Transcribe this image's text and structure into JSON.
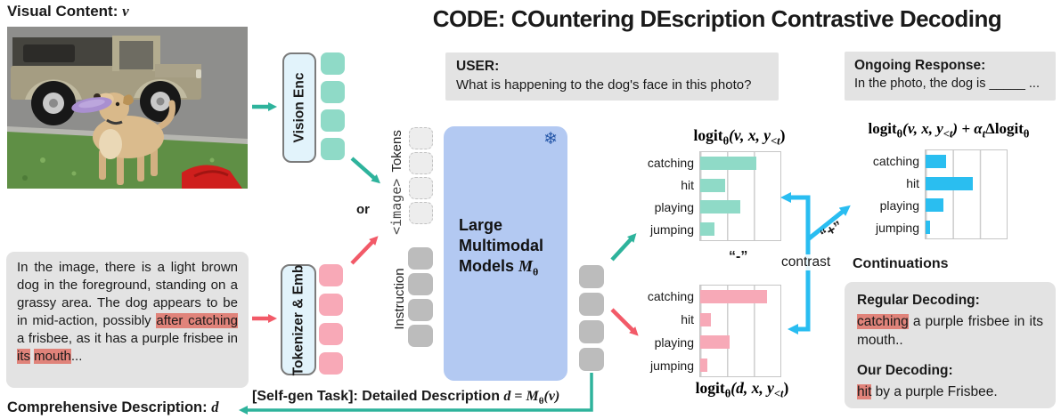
{
  "title": "CODE: COuntering DEscription Contrastive Decoding",
  "visual_content": {
    "label": "Visual Content: ",
    "symbol": "v"
  },
  "blocks": {
    "vision_enc": "Vision Enc",
    "tokenizer": "Tokenizer & Emb",
    "or": "or",
    "image_token_tag": "<image>",
    "tokens_label": "Tokens",
    "instruction_label": "Instruction",
    "lmm": {
      "line1": "Large",
      "line2": "Multimodal",
      "line3": "Models ",
      "m": "M",
      "theta": "θ"
    },
    "snowflake": "❄"
  },
  "selfgen": {
    "label": "[Self-gen Task]: Detailed Description ",
    "f_d": "d",
    "f_eq": " = ",
    "f_m": "M",
    "f_theta": "θ",
    "f_args": "(v)"
  },
  "user_box": {
    "heading": "USER:",
    "question": "What is happening to the dog's face in this photo?"
  },
  "ongoing_box": {
    "heading": "Ongoing Response:",
    "text": "In the photo, the dog is _____ ..."
  },
  "description_box": {
    "pre": "In the image, there is a light brown dog in the foreground, standing on a grassy area. The dog appears to be in mid-action, possibly ",
    "hl1": "after catching",
    "mid1": " a frisbee, as it has a purple frisbee in ",
    "hl2": "its",
    "mid2": " ",
    "hl3": "mouth",
    "post": "..."
  },
  "comprehensive": {
    "label": "Comprehensive Description: ",
    "symbol": "d"
  },
  "formulas": {
    "f1": {
      "p1": "logit",
      "s1": "θ",
      "p2": "(v, x, y",
      "s2": "<t",
      "p3": ")"
    },
    "f2": {
      "p1": "logit",
      "s1": "θ",
      "p2": "(v, x, y",
      "s2": "<t",
      "p3": ") + α",
      "s3": "t",
      "p4": "Δlogit",
      "s4": "θ"
    },
    "f3": {
      "p1": "logit",
      "s1": "θ",
      "p2": "(d, x, y",
      "s2": "<t",
      "p3": ")"
    }
  },
  "contrast": {
    "minus": "“-”",
    "plus": "“+”",
    "label": "contrast"
  },
  "continuations": {
    "heading": "Continuations",
    "regular_heading": "Regular Decoding:",
    "regular_hl": "catching",
    "regular_rest": " a purple frisbee in its mouth..",
    "our_heading": "Our Decoding:",
    "our_hl": "hit",
    "our_rest": " by a purple Frisbee."
  },
  "chart_data": [
    {
      "type": "bar",
      "orientation": "horizontal",
      "title": "logit_θ(v, x, y_<t)",
      "categories": [
        "catching",
        "hit",
        "playing",
        "jumping"
      ],
      "values": [
        0.7,
        0.31,
        0.5,
        0.18
      ],
      "xlim": [
        0,
        1
      ],
      "gridlines": true,
      "color": "#8fdac7",
      "annotation": "“-”"
    },
    {
      "type": "bar",
      "orientation": "horizontal",
      "title": "logit_θ(v, x, y_<t) + α_t·Δlogit_θ",
      "categories": [
        "catching",
        "hit",
        "playing",
        "jumping"
      ],
      "values": [
        0.25,
        0.58,
        0.22,
        0.05
      ],
      "xlim": [
        0,
        1
      ],
      "gridlines": true,
      "color": "#2abef0"
    },
    {
      "type": "bar",
      "orientation": "horizontal",
      "title": "logit_θ(d, x, y_<t)",
      "categories": [
        "catching",
        "hit",
        "playing",
        "jumping"
      ],
      "values": [
        0.83,
        0.13,
        0.37,
        0.09
      ],
      "xlim": [
        0,
        1
      ],
      "gridlines": true,
      "color": "#f7a9b7",
      "annotation": "“+”"
    }
  ],
  "colors": {
    "teal_arrow": "#2eb39c",
    "pink_arrow": "#f25a68",
    "blue_arrow": "#29bdf1",
    "teal_token": "#8fdac7",
    "pink_token": "#f8a9b7",
    "gray_token": "#bcbcbc",
    "lmm_fill": "#b3c9f2",
    "enc_fill": "#e2f3fb",
    "gray_box": "#e3e3e3",
    "highlight": "#e0837a"
  }
}
